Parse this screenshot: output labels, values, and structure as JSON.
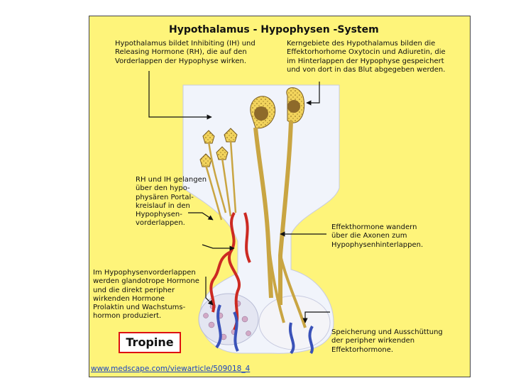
{
  "title": "Hypothalamus - Hypophysen -System",
  "notes": {
    "releasing": "Hypothalamus bildet Inhibiting (IH) und\nReleasing Hormone (RH), die auf den\nVorderlappen der Hypophyse wirken.",
    "kerngebiete": "Kerngebiete des Hypothalamus bilden die\nEffektorhorhome Oxytocin und Adiuretin, die\nim Hinterlappen der Hypophyse gespeichert\nund von dort in das Blut abgegeben werden.",
    "portal": "RH und IH gelangen\nüber den hypo-\nphysären Portal-\nkreislauf in den\nHypophysen-\nvorderlappen.",
    "effekt": "Effekthormone wandern\nüber die Axonen zum\nHypophysenhinterlappen.",
    "vorderlappen": "Im Hypophysenvorderlappen\nwerden glandotrope Hormone\nund die direkt peripher\nwirkenden Hormone\nProlaktin und Wachstums-\nhormon produziert.",
    "speicherung": "Speicherung und Ausschüttung\nder peripher wirkenden\nEffektorhormone."
  },
  "tropine_label": "Tropine",
  "source_link": "www.medscape.com/viewarticle/509018_4",
  "colors": {
    "panel": "#fef47a",
    "neuron": "#f2d35c",
    "nucleus": "#8e6a2a",
    "artery": "#cc2a22",
    "vein": "#3a52b8",
    "gland": "#e6e8f4",
    "tropine_border": "#dd1111"
  }
}
